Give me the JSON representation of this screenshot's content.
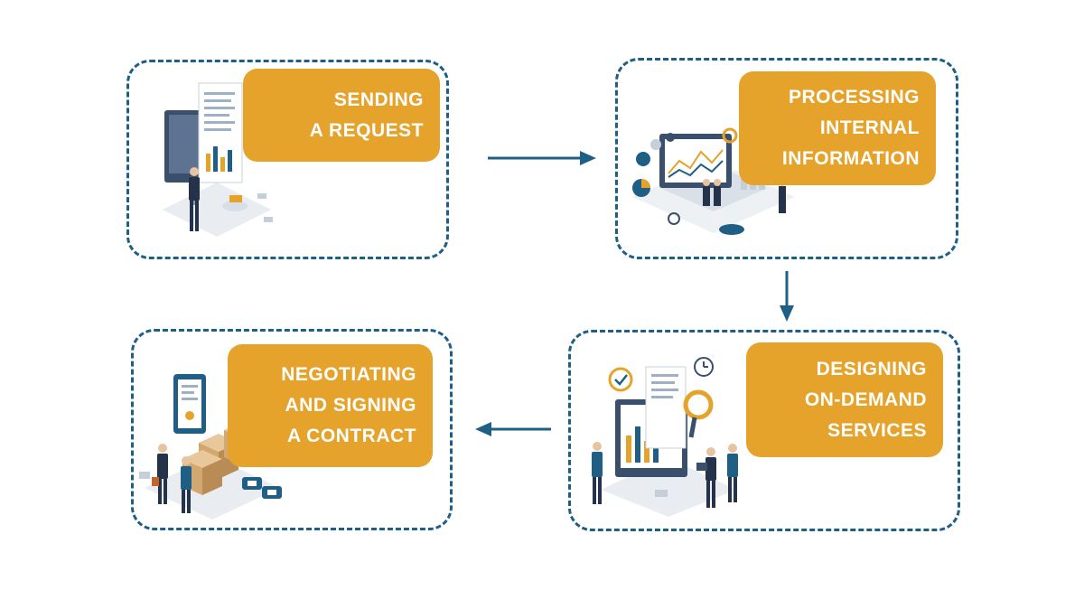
{
  "steps": [
    {
      "id": "sending-request",
      "lines": [
        "SENDING",
        "A REQUEST"
      ],
      "illustration": "businessman-with-monitor-document"
    },
    {
      "id": "processing-info",
      "lines": [
        "PROCESSING",
        "INTERNAL",
        "INFORMATION"
      ],
      "illustration": "data-analytics-dashboard"
    },
    {
      "id": "designing-services",
      "lines": [
        "DESIGNING",
        "ON-DEMAND",
        "SERVICES"
      ],
      "illustration": "team-with-charts-and-magnifier"
    },
    {
      "id": "negotiating-contract",
      "lines": [
        "NEGOTIATING",
        "AND SIGNING",
        "A CONTRACT"
      ],
      "illustration": "handshake-with-cargo-boxes"
    }
  ],
  "colors": {
    "border": "#1f5f86",
    "label_bg": "#e5a32b",
    "label_text": "#ffffff",
    "arrow": "#1f5f86"
  },
  "arrows": [
    "right",
    "down",
    "left"
  ]
}
